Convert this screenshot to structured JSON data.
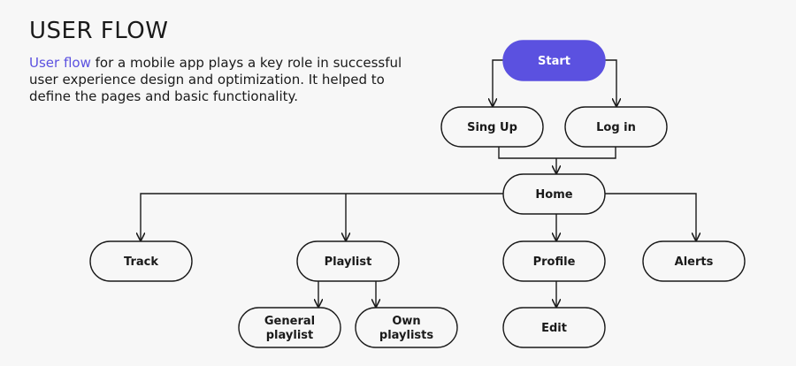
{
  "header": {
    "title": "USER FLOW",
    "intro_highlight": "User flow",
    "intro_text": " for a mobile app plays a key role in successful user experience design and optimization. It helped to define the pages and basic functionality."
  },
  "colors": {
    "accent": "#5b51e0",
    "background": "#f7f7f7",
    "stroke": "#1a1a1a"
  },
  "flow": {
    "start": "Start",
    "signup": "Sing Up",
    "login": "Log in",
    "home": "Home",
    "track": "Track",
    "playlist": "Playlist",
    "profile": "Profile",
    "alerts": "Alerts",
    "general_playlist": [
      "General",
      "playlist"
    ],
    "own_playlists": [
      "Own",
      "playlists"
    ],
    "edit": "Edit"
  }
}
